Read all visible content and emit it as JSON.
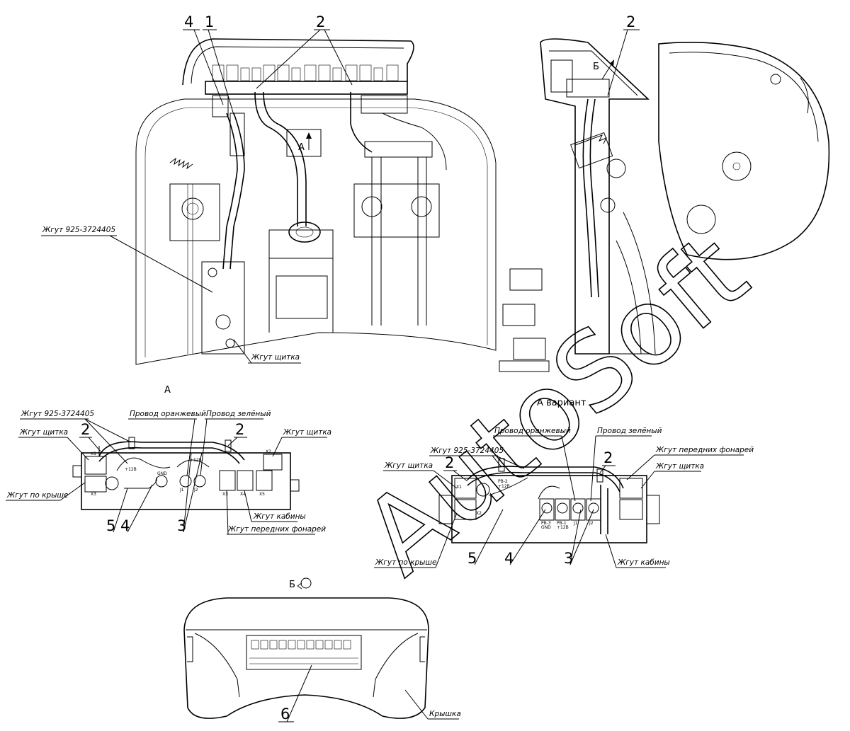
{
  "callouts": {
    "top": {
      "n4": "4",
      "n1": "1",
      "n2": "2",
      "n2_side": "2"
    },
    "viewA": {
      "n2a": "2",
      "n2b": "2",
      "n5": "5",
      "n4": "4",
      "n3": "3"
    },
    "viewAv": {
      "n2a": "2",
      "n2b": "2",
      "n5": "5",
      "n4": "4",
      "n3": "3"
    },
    "viewB": {
      "n6": "6"
    }
  },
  "labels": {
    "harness_main": "Жгут 925-3724405",
    "harness_panel": "Жгут щитка",
    "harness_roof": "Жгут по крыше",
    "wire_orange": "Провод оранжевый",
    "wire_green": "Провод зелёный",
    "harness_cab": "Жгут кабины",
    "harness_front_lights": "Жгут передних фонарей",
    "cover": "Крышка"
  },
  "views": {
    "a_title": "А",
    "a_variant_title": "А вариант",
    "a_arrow": "А",
    "b_arrow": "Б",
    "b_title": "Б"
  },
  "connectors": {
    "x1": "X1",
    "x2": "X2",
    "x3": "X3",
    "x4": "X4",
    "x5": "X5",
    "j1": "J1",
    "j2": "J2",
    "p12v": "+12B",
    "pb2": "PB-2",
    "pb3": "PB-3",
    "pb1": "PB-1",
    "gnd": "GND"
  },
  "watermark": {
    "text": "AutoSoft"
  }
}
